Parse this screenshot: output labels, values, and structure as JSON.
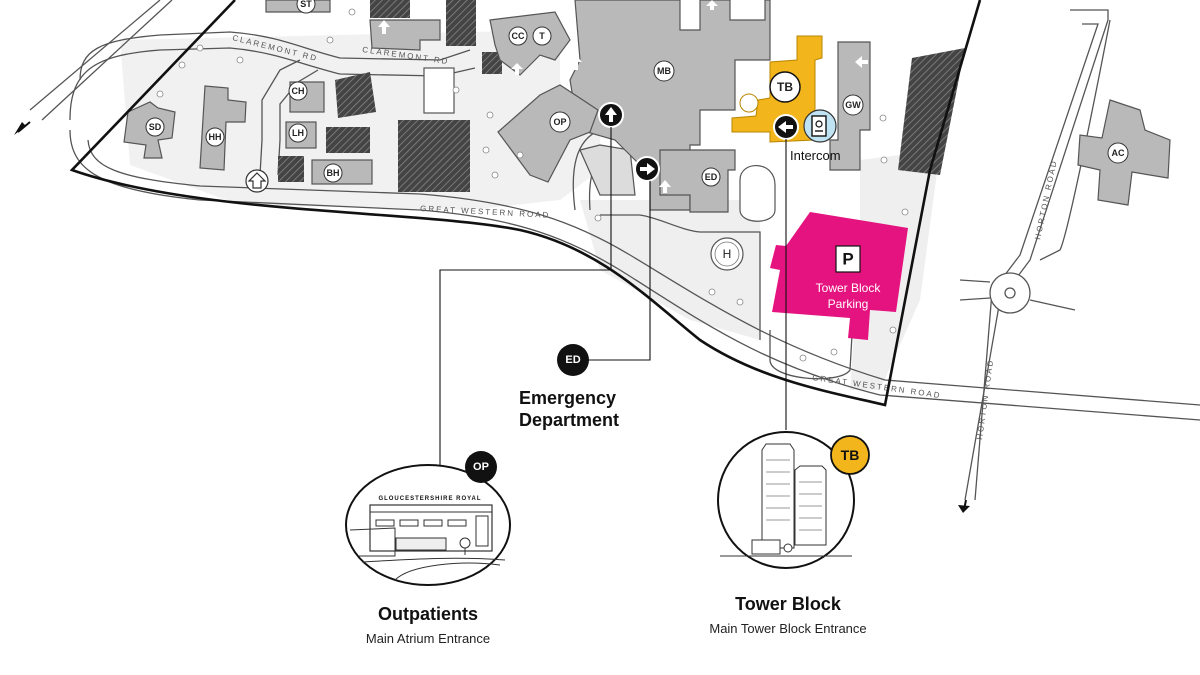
{
  "map": {
    "buildings": [
      {
        "code": "ST"
      },
      {
        "code": "CC"
      },
      {
        "code": "T"
      },
      {
        "code": "MB"
      },
      {
        "code": "OP"
      },
      {
        "code": "ED"
      },
      {
        "code": "GW"
      },
      {
        "code": "SD"
      },
      {
        "code": "HH"
      },
      {
        "code": "CH"
      },
      {
        "code": "LH"
      },
      {
        "code": "BH"
      },
      {
        "code": "AC"
      }
    ],
    "helipad": "H",
    "roads": {
      "claremont_1": "CLAREMONT RD",
      "claremont_2": "CLAREMONT RD",
      "great_western_1": "GREAT WESTERN ROAD",
      "great_western_2": "GREAT WESTERN ROAD",
      "horton_1": "HORTON ROAD",
      "horton_2": "HORTON ROAD"
    },
    "tower_block_code": "TB",
    "intercom_label": "Intercom",
    "parking": {
      "symbol": "P",
      "line1": "Tower Block",
      "line2": "Parking"
    },
    "colors": {
      "tower_block": "#f2b61c",
      "parking": "#e5137f",
      "intercom": "#bfe3f3",
      "building": "#b9b9b9"
    }
  },
  "callouts": {
    "ed": {
      "badge": "ED",
      "title_line1": "Emergency",
      "title_line2": "Department"
    },
    "op": {
      "badge": "OP",
      "sign": "GLOUCESTERSHIRE ROYAL",
      "title": "Outpatients",
      "subtitle": "Main Atrium Entrance"
    },
    "tb": {
      "badge": "TB",
      "title": "Tower Block",
      "subtitle": "Main Tower Block Entrance"
    }
  }
}
